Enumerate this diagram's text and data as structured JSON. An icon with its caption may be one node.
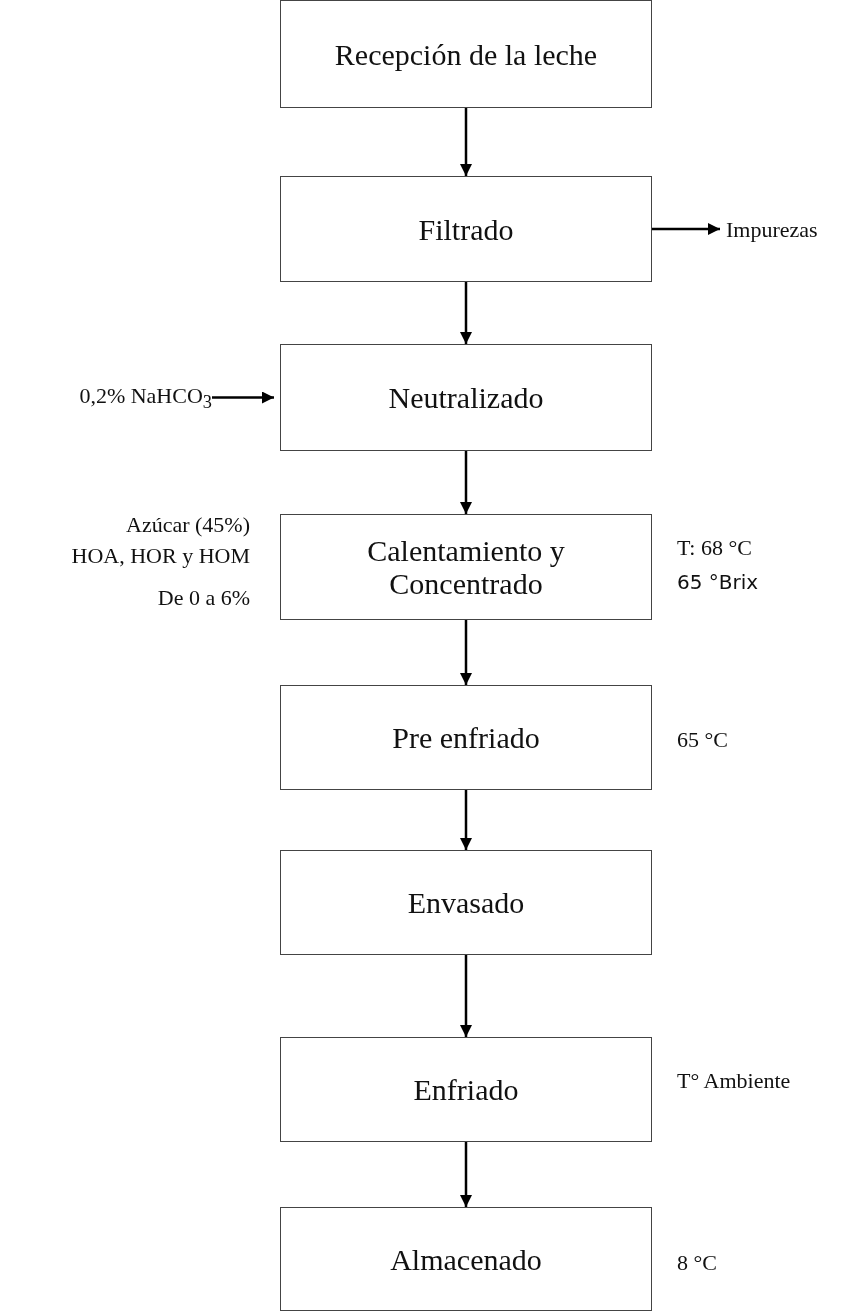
{
  "diagram": {
    "nodes": [
      {
        "text": [
          "Recepción de la leche"
        ]
      },
      {
        "text": [
          "Filtrado"
        ]
      },
      {
        "text": [
          "Neutralizado"
        ]
      },
      {
        "text": [
          "Calentamiento y Concentrado"
        ],
        "beside": [
          "Azúcar (45%)",
          "HOA, HOR y HOM",
          "De 0 a 6%",
          "T: 68 °C",
          "65 °Brix"
        ]
      },
      {
        "text": [
          "Pre enfriado"
        ],
        "beside": [
          "65 °C"
        ]
      },
      {
        "text": [
          "Envasado"
        ]
      },
      {
        "text": [
          "Enfriado"
        ],
        "beside": [
          "T° Ambiente"
        ]
      },
      {
        "text": [
          "Almacenado"
        ],
        "beside": [
          "8 °C"
        ]
      },
      {
        "text": [
          "Impurezas"
        ]
      },
      {
        "text": [
          "0,2% NaHCO$_{3}$"
        ]
      }
    ],
    "edges": [
      {
        "from": 0,
        "to": 1,
        "arrow": "to"
      },
      {
        "from": 1,
        "to": 2,
        "arrow": "to"
      },
      {
        "from": 2,
        "to": 3,
        "arrow": "to"
      },
      {
        "from": 3,
        "to": 4,
        "arrow": "to"
      },
      {
        "from": 4,
        "to": 5,
        "arrow": "to"
      },
      {
        "from": 5,
        "to": 6,
        "arrow": "to"
      },
      {
        "from": 6,
        "to": 7,
        "arrow": "to"
      },
      {
        "from": 1,
        "to": 8,
        "arrow": "to"
      },
      {
        "from": 9,
        "to": 2,
        "arrow": "to"
      }
    ]
  }
}
